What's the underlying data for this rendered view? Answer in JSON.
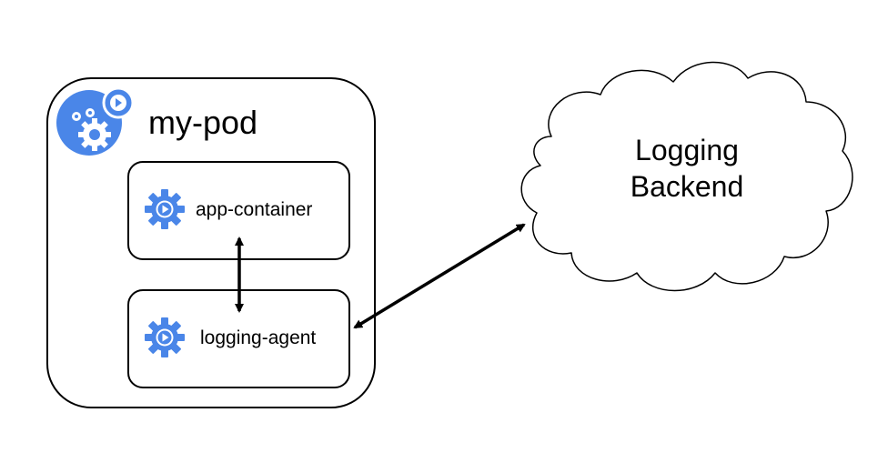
{
  "pod": {
    "title": "my-pod",
    "icon": "pod-gears-icon"
  },
  "containers": [
    {
      "label": "app-container",
      "icon": "container-gear-icon"
    },
    {
      "label": "logging-agent",
      "icon": "container-gear-icon"
    }
  ],
  "backend": {
    "line1": "Logging",
    "line2": "Backend",
    "shape": "cloud"
  },
  "colors": {
    "icon_blue": "#4a86e8",
    "stroke": "#000000",
    "background": "#ffffff"
  }
}
